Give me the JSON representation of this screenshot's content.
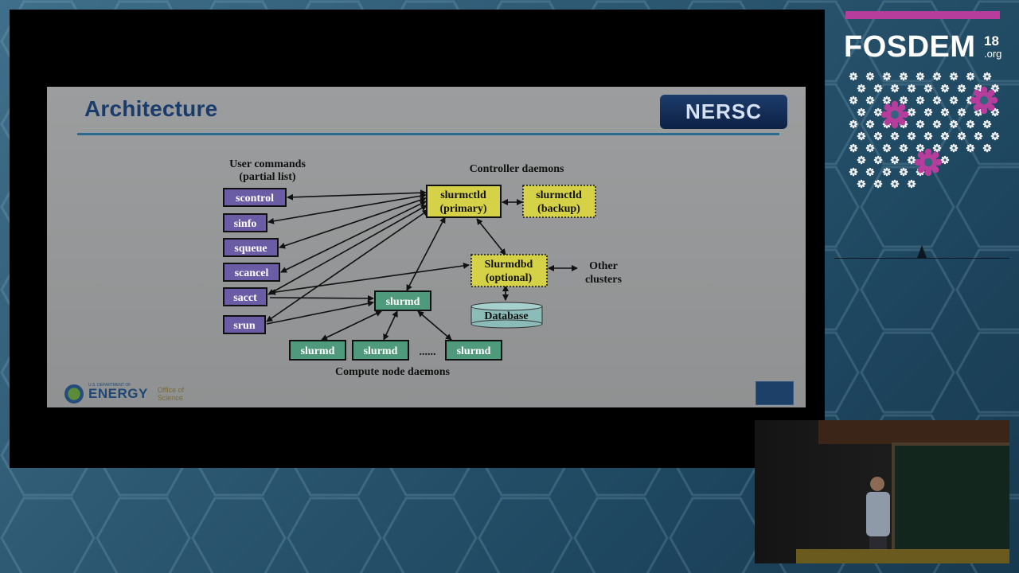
{
  "slide": {
    "title": "Architecture",
    "logo_text": "NERSC",
    "footer": {
      "doe_small": "U.S. DEPARTMENT OF",
      "doe_name": "ENERGY",
      "office_line1": "Office of",
      "office_line2": "Science"
    }
  },
  "diagram": {
    "labels": {
      "user_commands_line1": "User commands",
      "user_commands_line2": "(partial list)",
      "controller_daemons": "Controller daemons",
      "compute_node_daemons": "Compute node daemons",
      "other_clusters_line1": "Other",
      "other_clusters_line2": "clusters",
      "ellipsis": "......"
    },
    "user_commands": [
      "scontrol",
      "sinfo",
      "squeue",
      "scancel",
      "sacct",
      "srun"
    ],
    "controllers": {
      "primary_line1": "slurmctld",
      "primary_line2": "(primary)",
      "backup_line1": "slurmctld",
      "backup_line2": "(backup)"
    },
    "slurmdbd_line1": "Slurmdbd",
    "slurmdbd_line2": "(optional)",
    "database": "Database",
    "slurmd_main": "slurmd",
    "compute_nodes": [
      "slurmd",
      "slurmd",
      "slurmd"
    ],
    "colors": {
      "command_box": "#6b5ca6",
      "controller_box": "#d6d247",
      "slurmd_box": "#4f9a7c",
      "database": "#8bbcb8"
    }
  },
  "fosdem": {
    "word": "FOSDEM",
    "year": "18",
    "org": ".org",
    "accent": "#b63d9c"
  }
}
